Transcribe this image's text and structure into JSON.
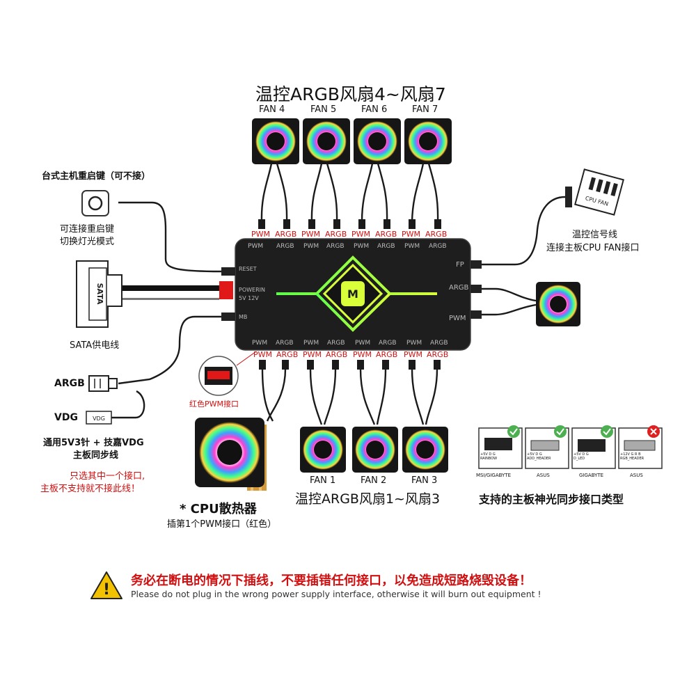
{
  "top_title": "温控ARGB风扇4~风扇7",
  "bottom_title": "温控ARGB风扇1~风扇3",
  "top_fans": [
    "FAN 4",
    "FAN 5",
    "FAN 6",
    "FAN 7"
  ],
  "bottom_fans": [
    "FAN 1",
    "FAN 2",
    "FAN 3"
  ],
  "pin_pwm": "PWM",
  "pin_argb": "ARGB",
  "hub": {
    "reset": "RESET",
    "power": "POWERIN",
    "power_sub": "5V 12V",
    "mb": "MB",
    "fp": "FP",
    "argb": "ARGB",
    "pwm": "PWM"
  },
  "reset_key": {
    "title": "台式主机重启键（可不接）",
    "desc1": "可连接重启键",
    "desc2": "切换灯光模式"
  },
  "sata": {
    "plug_text": "SATA",
    "label": "SATA供电线"
  },
  "argb_label": "ARGB",
  "vdg_label": "VDG",
  "vdg_plug": "VDG",
  "sync": {
    "line1": "通用5V3针 + 技嘉VDG",
    "line2": "主板同步线"
  },
  "sync_note": {
    "line1": "只选其中一个接口,",
    "line2": "主板不支持就不接此线！"
  },
  "red_pwm_label": "红色PWM接口",
  "cpu": {
    "title": "* CPU散热器",
    "sub": "插第1个PWM接口（红色）"
  },
  "cpu_fan": {
    "plug_text": "CPU FAN",
    "line1": "温控信号线",
    "line2": "连接主板CPU FAN接口"
  },
  "mb_types": {
    "title": "支持的主板神光同步接口类型",
    "items": [
      {
        "name": "MSI/GIGABYTE",
        "ok": true,
        "hdr": "+5V D G\nRAINBOW"
      },
      {
        "name": "ASUS",
        "ok": true,
        "hdr": "+5V D G\nADD_HEADER"
      },
      {
        "name": "GIGABYTE",
        "ok": true,
        "hdr": "+5V D G\nD_LED"
      },
      {
        "name": "ASUS",
        "ok": false,
        "hdr": "+12V G R B\nRGB_HEADER"
      }
    ]
  },
  "warning": {
    "cn": "务必在断电的情况下插线，不要插错任何接口，以免造成短路烧毁设备！",
    "en": "Please do not plug in the wrong power supply interface, otherwise it will burn out equipment !"
  },
  "colors": {
    "accent_red": "#d01010",
    "hub": "#1e1e1e",
    "led_green": "#9ee82a",
    "warn_yellow": "#f2c200"
  }
}
